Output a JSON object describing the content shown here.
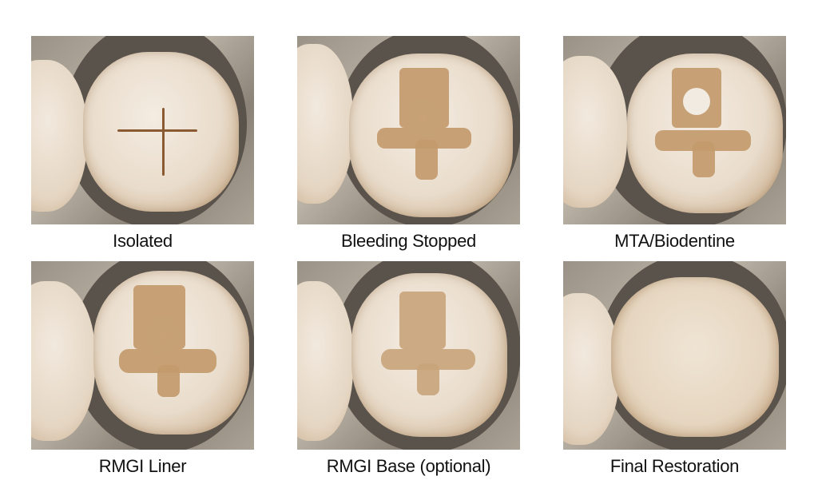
{
  "figure": {
    "panels": [
      {
        "id": "isolated",
        "caption": "Isolated",
        "image": "Molar isolated under rubber dam, intact occlusal surface with stained fissures"
      },
      {
        "id": "bleeding-stopped",
        "caption": "Bleeding Stopped",
        "image": "Molar with occlusal cavity preparation, pulp exposure with hemostasis achieved"
      },
      {
        "id": "mta-biodentine",
        "caption": "MTA/Biodentine",
        "image": "Molar with white pulp-capping material placed over exposure"
      },
      {
        "id": "rmgi-liner",
        "caption": "RMGI Liner",
        "image": "Molar with resin-modified glass ionomer liner in preparation"
      },
      {
        "id": "rmgi-base",
        "caption": "RMGI Base (optional)",
        "image": "Molar with RMGI base filling preparation floor"
      },
      {
        "id": "final-restoration",
        "caption": "Final Restoration",
        "image": "Molar with completed composite restoration"
      }
    ]
  }
}
